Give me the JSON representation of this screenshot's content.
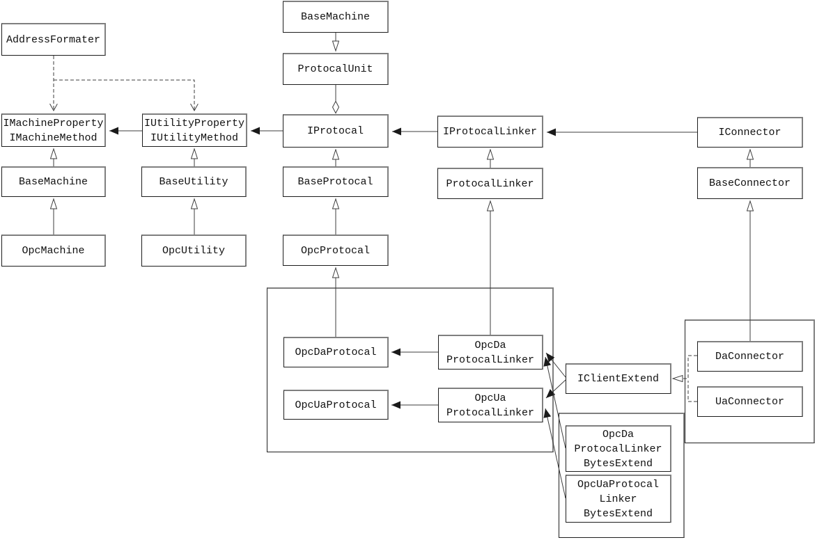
{
  "diagram": {
    "kind": "uml-class-diagram",
    "nodes": [
      {
        "id": "address-formater",
        "label": "AddressFormater"
      },
      {
        "id": "imachine-iface",
        "label": "IMachineProperty\nIMachineMethod"
      },
      {
        "id": "iutility-iface",
        "label": "IUtilityProperty\nIUtilityMethod"
      },
      {
        "id": "base-machine",
        "label": "BaseMachine"
      },
      {
        "id": "opc-machine",
        "label": "OpcMachine"
      },
      {
        "id": "base-utility",
        "label": "BaseUtility"
      },
      {
        "id": "opc-utility",
        "label": "OpcUtility"
      },
      {
        "id": "base-machine-top",
        "label": "BaseMachine"
      },
      {
        "id": "protocal-unit",
        "label": "ProtocalUnit"
      },
      {
        "id": "iprotocal",
        "label": "IProtocal"
      },
      {
        "id": "base-protocal",
        "label": "BaseProtocal"
      },
      {
        "id": "opc-protocal",
        "label": "OpcProtocal"
      },
      {
        "id": "iprotocal-linker",
        "label": "IProtocalLinker"
      },
      {
        "id": "protocal-linker",
        "label": "ProtocalLinker"
      },
      {
        "id": "iconnector",
        "label": "IConnector"
      },
      {
        "id": "base-connector",
        "label": "BaseConnector"
      },
      {
        "id": "opcda-protocal",
        "label": "OpcDaProtocal"
      },
      {
        "id": "opcua-protocal",
        "label": "OpcUaProtocal"
      },
      {
        "id": "opcda-linker",
        "label": "OpcDa\nProtocalLinker"
      },
      {
        "id": "opcua-linker",
        "label": "OpcUa\nProtocalLinker"
      },
      {
        "id": "iclient-extend",
        "label": "IClientExtend"
      },
      {
        "id": "da-connector",
        "label": "DaConnector"
      },
      {
        "id": "ua-connector",
        "label": "UaConnector"
      },
      {
        "id": "opcda-bytes",
        "label": "OpcDa\nProtocalLinker\nBytesExtend"
      },
      {
        "id": "opcua-bytes",
        "label": "OpcUaProtocal\nLinker\nBytesExtend"
      }
    ],
    "groups": [
      {
        "id": "opc-protocal-group"
      },
      {
        "id": "connector-group"
      },
      {
        "id": "bytes-extend-group"
      }
    ],
    "edges": [
      {
        "from": "address-formater",
        "to": "imachine-iface",
        "type": "dependency"
      },
      {
        "from": "address-formater",
        "to": "iutility-iface",
        "type": "dependency"
      },
      {
        "from": "iutility-iface",
        "to": "imachine-iface",
        "type": "association"
      },
      {
        "from": "iprotocal",
        "to": "iutility-iface",
        "type": "association"
      },
      {
        "from": "iprotocal-linker",
        "to": "iprotocal",
        "type": "association"
      },
      {
        "from": "iconnector",
        "to": "iprotocal-linker",
        "type": "association"
      },
      {
        "from": "base-machine",
        "to": "imachine-iface",
        "type": "inheritance"
      },
      {
        "from": "opc-machine",
        "to": "base-machine",
        "type": "inheritance"
      },
      {
        "from": "base-utility",
        "to": "iutility-iface",
        "type": "inheritance"
      },
      {
        "from": "opc-utility",
        "to": "base-utility",
        "type": "inheritance"
      },
      {
        "from": "base-machine-top",
        "to": "protocal-unit",
        "type": "inheritance"
      },
      {
        "from": "protocal-unit",
        "to": "iprotocal",
        "type": "aggregation"
      },
      {
        "from": "base-protocal",
        "to": "iprotocal",
        "type": "inheritance"
      },
      {
        "from": "opc-protocal",
        "to": "base-protocal",
        "type": "inheritance"
      },
      {
        "from": "opcda-protocal",
        "to": "opc-protocal",
        "type": "inheritance"
      },
      {
        "from": "protocal-linker",
        "to": "iprotocal-linker",
        "type": "inheritance"
      },
      {
        "from": "opcda-linker",
        "to": "protocal-linker",
        "type": "inheritance"
      },
      {
        "from": "base-connector",
        "to": "iconnector",
        "type": "inheritance"
      },
      {
        "from": "da-connector",
        "to": "base-connector",
        "type": "inheritance"
      },
      {
        "from": "opcda-linker",
        "to": "opcda-protocal",
        "type": "association"
      },
      {
        "from": "opcua-linker",
        "to": "opcua-protocal",
        "type": "association"
      },
      {
        "from": "iclient-extend",
        "to": "opcda-linker",
        "type": "association"
      },
      {
        "from": "iclient-extend",
        "to": "opcua-linker",
        "type": "association"
      },
      {
        "from": "opcda-bytes",
        "to": "opcda-linker",
        "type": "association"
      },
      {
        "from": "opcua-bytes",
        "to": "opcua-linker",
        "type": "association"
      },
      {
        "from": "da-connector",
        "to": "iclient-extend",
        "type": "realization"
      },
      {
        "from": "ua-connector",
        "to": "iclient-extend",
        "type": "realization"
      }
    ],
    "line_color": "#3d3d3d",
    "box_fill": "#ffffff"
  }
}
